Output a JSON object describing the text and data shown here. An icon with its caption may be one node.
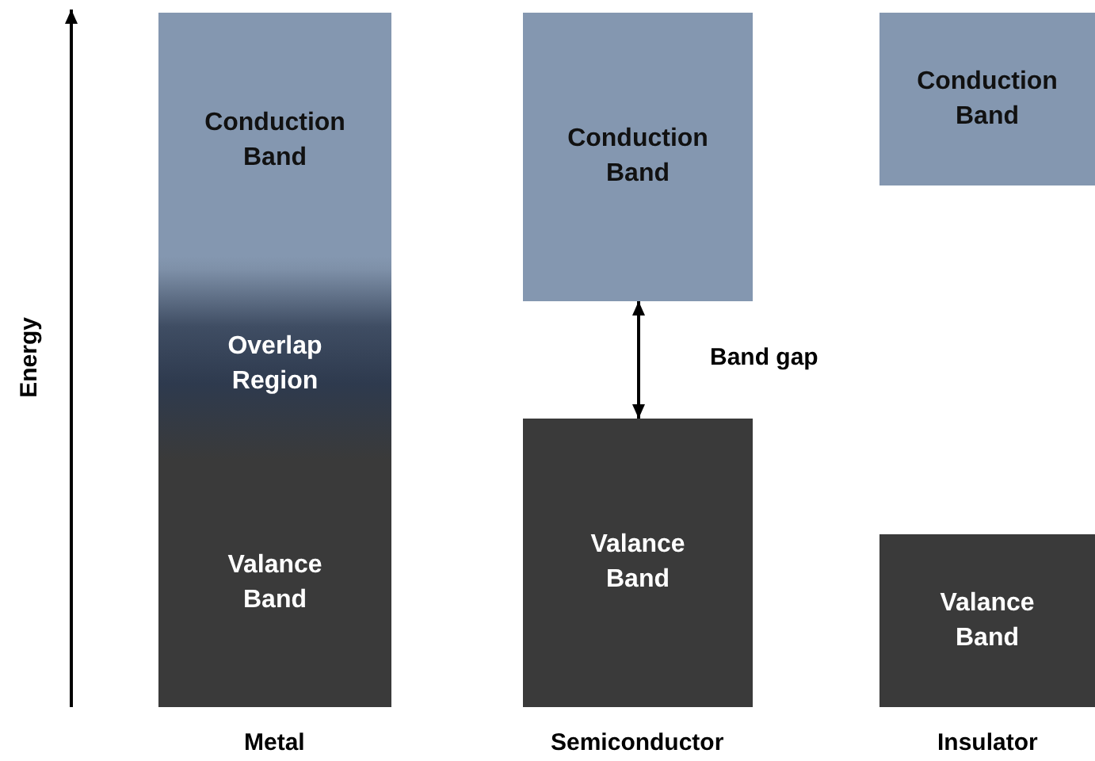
{
  "diagram": {
    "nodes": [
      {
        "text": [
          "Conduction Band"
        ]
      },
      {
        "text": [
          "Overlap Region"
        ]
      },
      {
        "text": [
          "Valance Band"
        ]
      },
      {
        "text": [
          "Conduction Band"
        ]
      },
      {
        "text": [
          "Valance Band"
        ]
      },
      {
        "text": [
          "Conduction Band"
        ]
      },
      {
        "text": [
          "Valance Band"
        ]
      }
    ],
    "edges": [
      {
        "from": 3,
        "to": 4,
        "arrow": "both",
        "label": "Band gap"
      }
    ],
    "labels": [
      "Energy",
      "Metal",
      "Semiconductor",
      "Insulator"
    ]
  }
}
